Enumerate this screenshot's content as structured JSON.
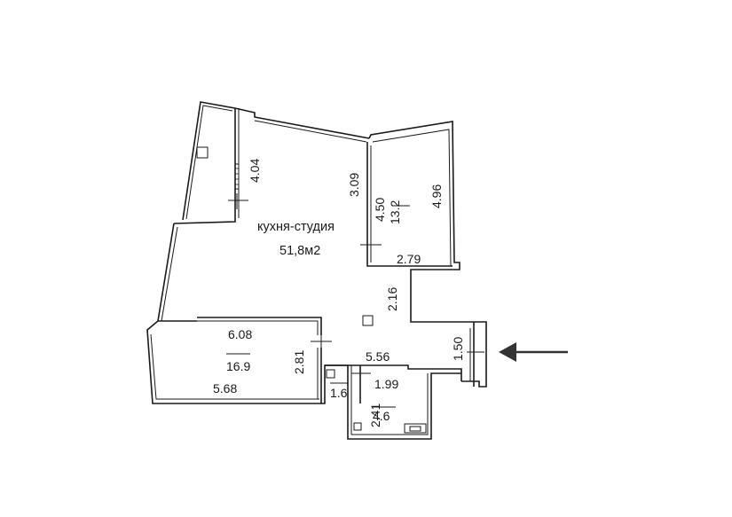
{
  "rooms": {
    "studio": {
      "name": "кухня-студия",
      "area": "51,8м2"
    },
    "bedroom_a": {
      "area": "13.2"
    },
    "bedroom_b": {
      "area": "16.9"
    },
    "wc": {
      "area": "1.6"
    },
    "bath": {
      "area": "4.6"
    }
  },
  "dimensions": {
    "d404": "4.04",
    "d309": "3.09",
    "d450": "4.50",
    "d496": "4.96",
    "d279": "2.79",
    "d216": "2.16",
    "d150": "1.50",
    "d608": "6.08",
    "d281": "2.81",
    "d556": "5.56",
    "d568": "5.68",
    "d199": "1.99",
    "d241": "2.41"
  },
  "marker": {
    "icon": "entrance-arrow-icon",
    "color": "#333333"
  }
}
